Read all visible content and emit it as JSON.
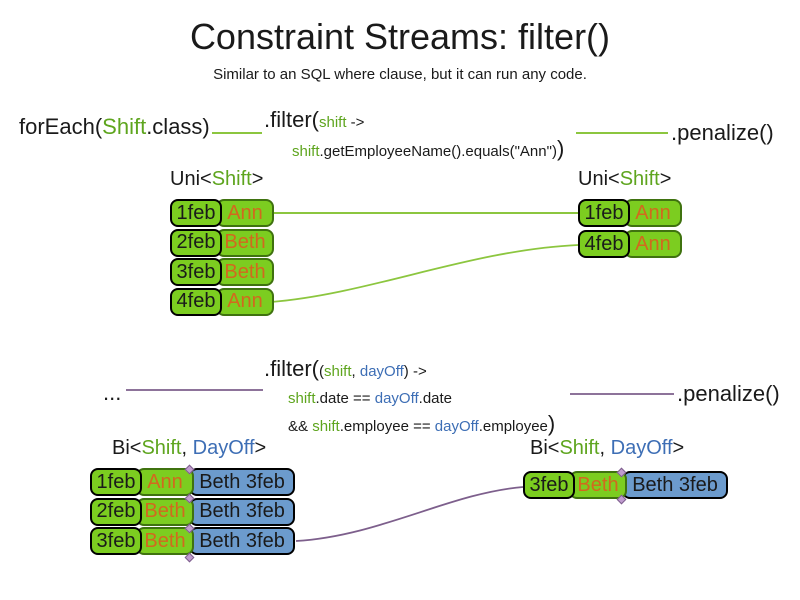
{
  "title": "Constraint Streams: filter()",
  "subtitle": "Similar to an SQL where clause, but it can run any code.",
  "colors": {
    "text_black": "#1a1a1a",
    "green_text": "#5ea51e",
    "blue_text": "#3d6eb5",
    "orange_text": "#d2691e",
    "cell_green": "#7ccd20",
    "cell_green_border": "#3f720f",
    "cell_blue": "#6c9bcd",
    "line_green": "#8cc63f",
    "line_purple": "#7d5f8c",
    "junction_purple": "#c09bcf"
  },
  "section1": {
    "foreach_pre": "forEach(",
    "foreach_class": "Shift",
    "foreach_post": ".class)",
    "filter_open": ".filter(",
    "filter_param": "shift",
    "filter_arrow": " ->",
    "filter_body_param": "shift",
    "filter_body": ".getEmployeeName().equals(\"Ann\")",
    "filter_close": ")",
    "penalize": ".penalize()",
    "left_label_pre": "Uni<",
    "left_label_type": "Shift",
    "left_label_post": ">",
    "right_label_pre": "Uni<",
    "right_label_type": "Shift",
    "right_label_post": ">",
    "left_rows": [
      {
        "date": "1feb",
        "name": "Ann"
      },
      {
        "date": "2feb",
        "name": "Beth"
      },
      {
        "date": "3feb",
        "name": "Beth"
      },
      {
        "date": "4feb",
        "name": "Ann"
      }
    ],
    "right_rows": [
      {
        "date": "1feb",
        "name": "Ann"
      },
      {
        "date": "4feb",
        "name": "Ann"
      }
    ]
  },
  "section2": {
    "source_ellipsis": "...",
    "filter_open": ".filter(",
    "filter_paren_open": "(",
    "filter_param1": "shift",
    "filter_comma": ", ",
    "filter_param2": "dayOff",
    "filter_paren_close": ")",
    "filter_arrow": " ->",
    "cond1_param": "shift",
    "cond1_mid": ".date == ",
    "cond1_param2": "dayOff",
    "cond1_end": ".date",
    "cond2_pre": "&& ",
    "cond2_param": "shift",
    "cond2_mid": ".employee == ",
    "cond2_param2": "dayOff",
    "cond2_end": ".employee",
    "filter_close": ")",
    "penalize": ".penalize()",
    "left_label_pre": "Bi<",
    "left_label_type1": "Shift",
    "left_label_comma": ", ",
    "left_label_type2": "DayOff",
    "left_label_post": ">",
    "right_label_pre": "Bi<",
    "right_label_type1": "Shift",
    "right_label_comma": ", ",
    "right_label_type2": "DayOff",
    "right_label_post": ">",
    "left_rows": [
      {
        "date": "1feb",
        "name": "Ann",
        "dayoff": "Beth 3feb"
      },
      {
        "date": "2feb",
        "name": "Beth",
        "dayoff": "Beth 3feb"
      },
      {
        "date": "3feb",
        "name": "Beth",
        "dayoff": "Beth 3feb"
      }
    ],
    "right_rows": [
      {
        "date": "3feb",
        "name": "Beth",
        "dayoff": "Beth 3feb"
      }
    ]
  }
}
